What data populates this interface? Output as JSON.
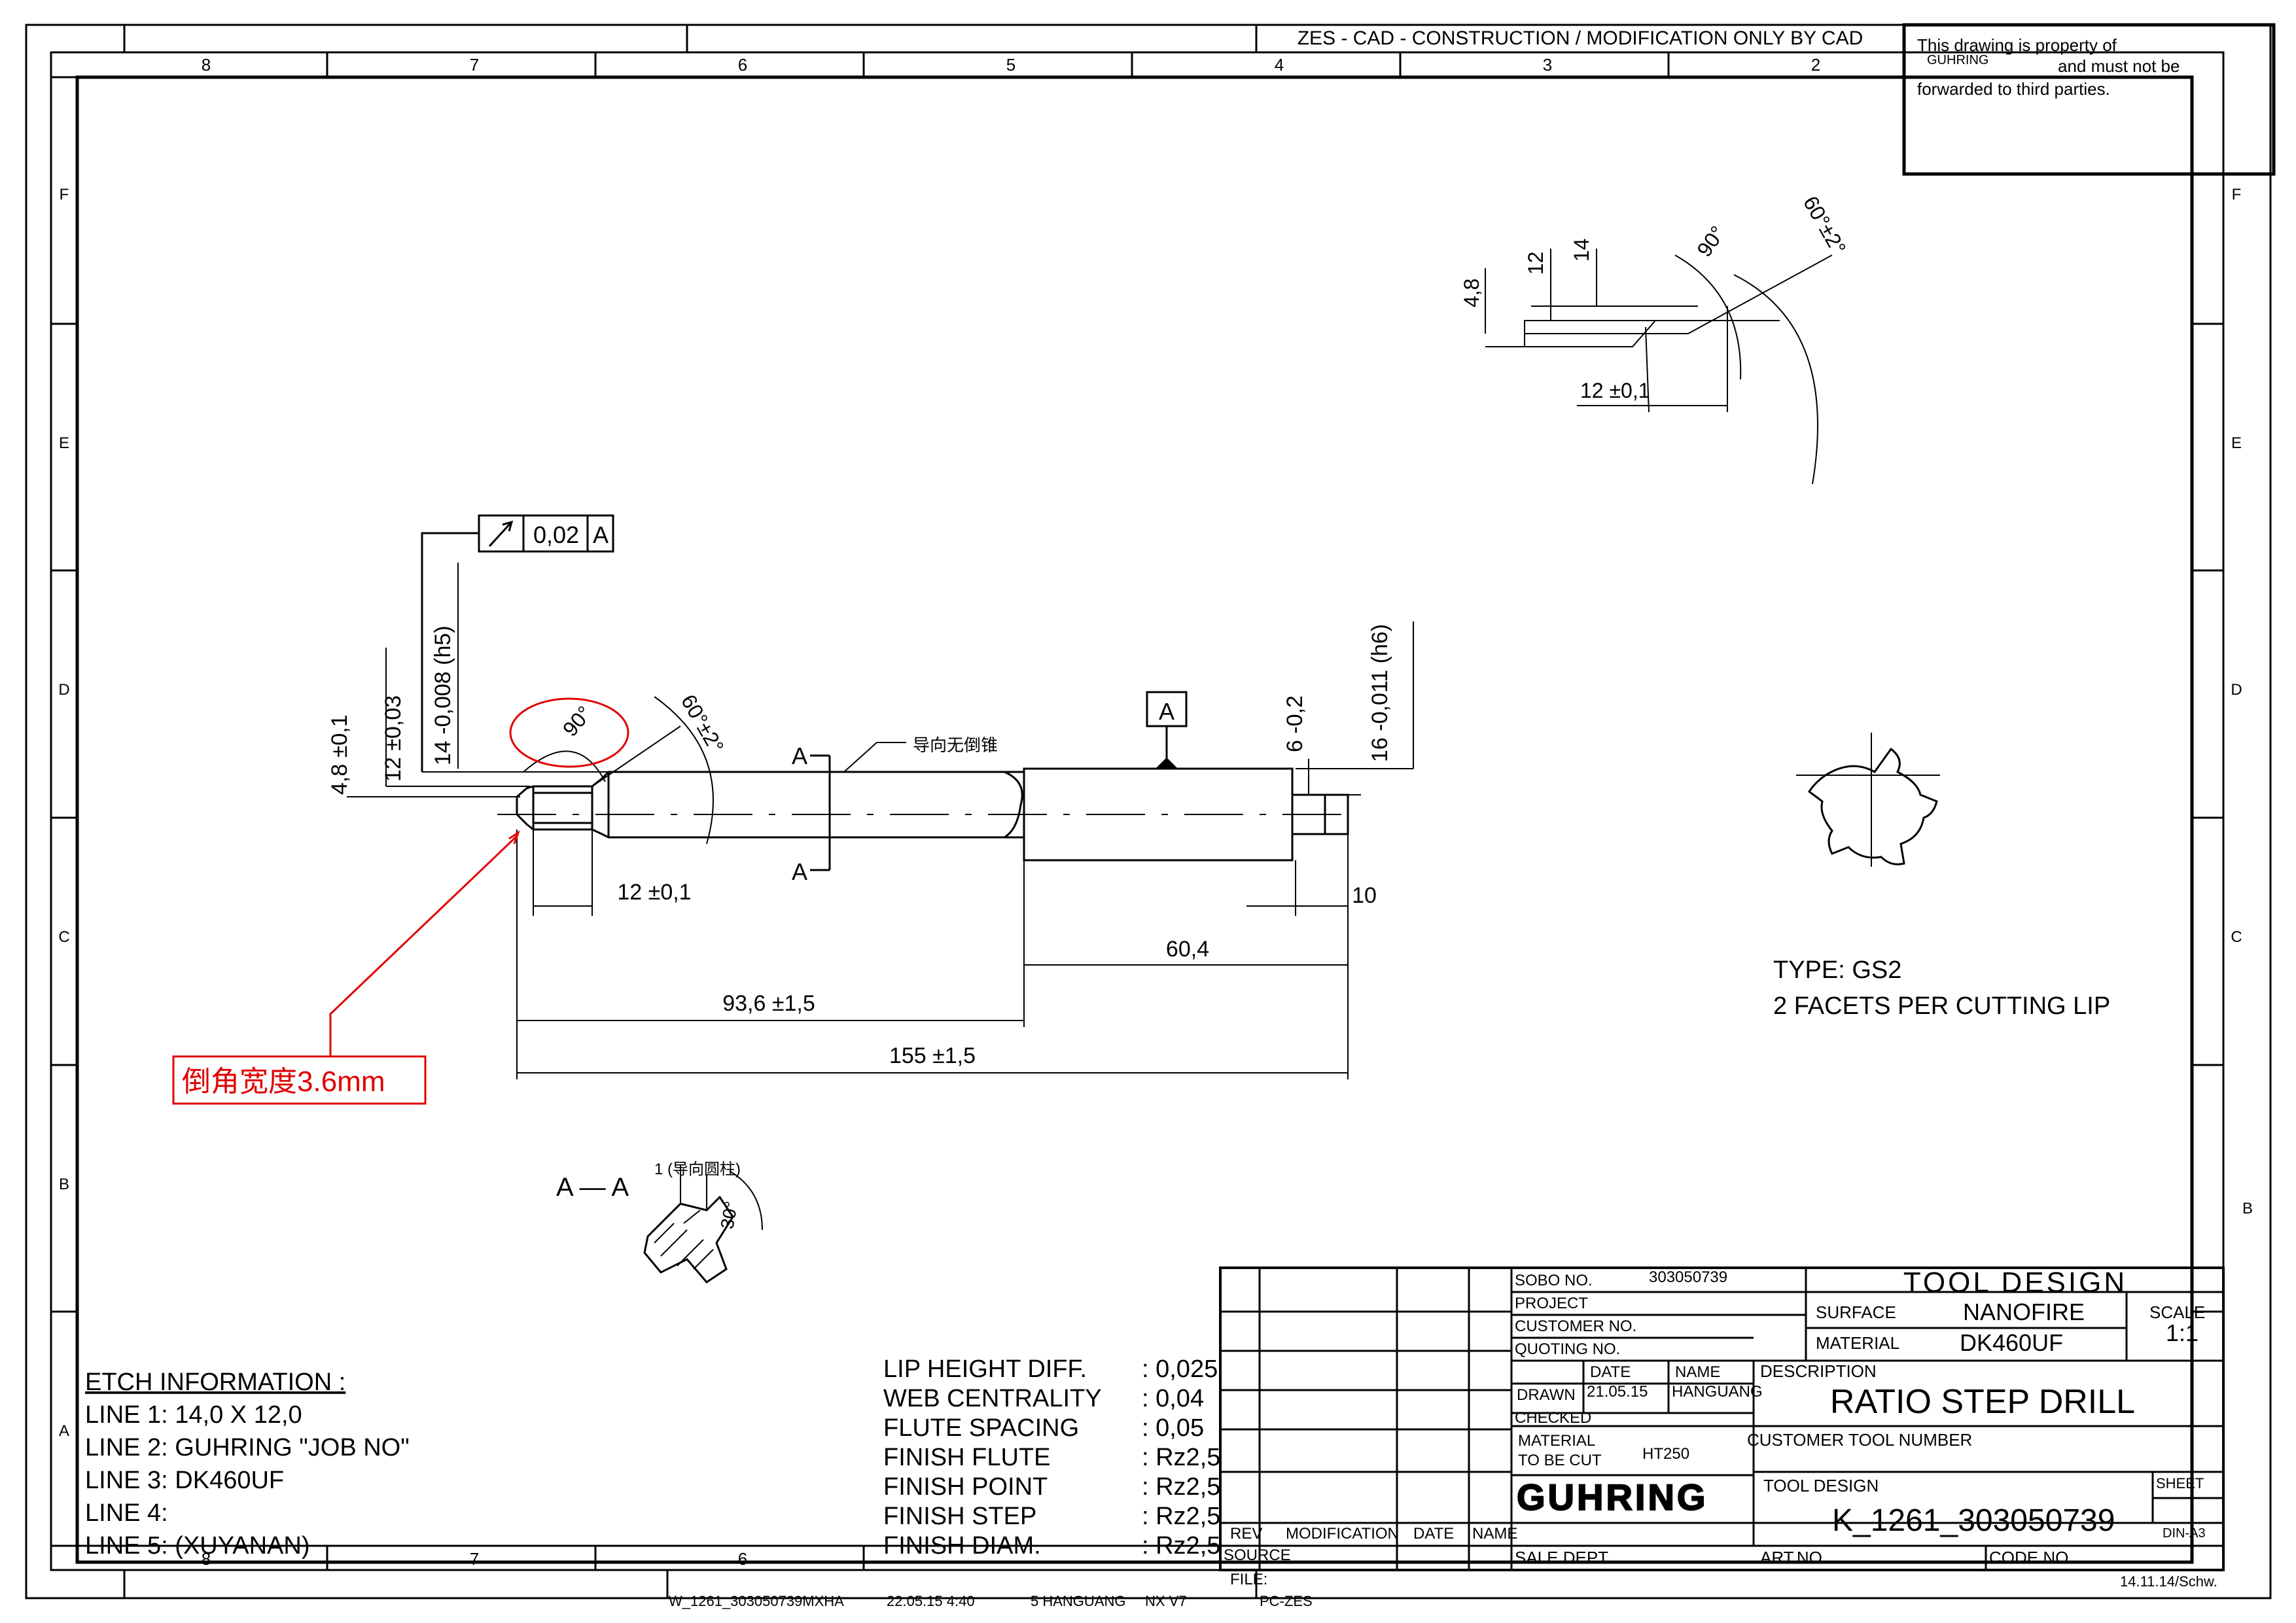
{
  "header": {
    "zes_banner": "ZES - CAD - CONSTRUCTION / MODIFICATION ONLY BY CAD",
    "property_line1": "This drawing is property of",
    "property_company": "GUHRING",
    "property_line2": "and must not be",
    "property_line3": "forwarded to third parties."
  },
  "frame": {
    "columns": [
      "8",
      "7",
      "6",
      "5",
      "4",
      "3",
      "2"
    ],
    "bottom_columns": [
      "8",
      "7",
      "6"
    ],
    "rows": [
      "F",
      "E",
      "D",
      "C",
      "B",
      "A"
    ]
  },
  "main_view": {
    "runout_value": "0,02",
    "runout_datum": "A",
    "datum_label": "A",
    "dia_4_8": "4,8 ±0,1",
    "dia_12": "12 ±0,03",
    "dia_14": "14 -0,008 (h5)",
    "angle_90": "90°",
    "angle_60": "60°±2°",
    "section_a_top": "A",
    "section_a_bottom": "A",
    "note_no_taper": "导向无倒锥",
    "len_12": "12 ±0,1",
    "len_60_4": "60,4",
    "len_93_6": "93,6 ±1,5",
    "len_155": "155 ±1,5",
    "dim_6": "6 -0,2",
    "dia_16": "16 -0,011 (h6)",
    "dim_10": "10",
    "chamfer_callout": "倒角宽度3.6mm"
  },
  "detail_view": {
    "dia_4_8": "4,8",
    "dia_12": "12",
    "dia_14": "14",
    "angle_90": "90°",
    "angle_60": "60°±2°",
    "len_12": "12 ±0,1"
  },
  "type_info": {
    "type_line": "TYPE:  GS2",
    "facets_line": "2 FACETS PER CUTTING LIP"
  },
  "section_view": {
    "title": "A — A",
    "land_label": "1 (导向圆柱)",
    "angle": "30°"
  },
  "etch_info": {
    "title": "ETCH INFORMATION :",
    "lines": [
      "LINE 1:  14,0 X 12,0",
      "LINE 2:  GUHRING \"JOB NO\"",
      "LINE 3:  DK460UF",
      "LINE 4:",
      "LINE 5:  (XUYANAN)"
    ]
  },
  "specs": [
    {
      "label": "LIP HEIGHT DIFF.",
      "value": ": 0,025"
    },
    {
      "label": "WEB CENTRALITY",
      "value": ": 0,04"
    },
    {
      "label": "FLUTE SPACING",
      "value": ": 0,05"
    },
    {
      "label": "FINISH FLUTE",
      "value": ": Rz2,5"
    },
    {
      "label": "FINISH POINT",
      "value": ": Rz2,5"
    },
    {
      "label": "FINISH STEP",
      "value": ": Rz2,5"
    },
    {
      "label": "FINISH DIAM.",
      "value": ": Rz2,5"
    }
  ],
  "title_block": {
    "sobo_label": "SOBO NO.",
    "sobo_value": "303050739",
    "project_label": "PROJECT",
    "customer_no_label": "CUSTOMER NO.",
    "quoting_label": "QUOTING NO.",
    "date_label": "DATE",
    "name_label": "NAME",
    "drawn_label": "DRAWN",
    "drawn_date": "21.05.15",
    "drawn_name": "HANGUANG",
    "checked_label": "CHECKED",
    "material_cut_label1": "MATERIAL",
    "material_cut_label2": "TO BE CUT",
    "material_cut_value": "HT250",
    "logo": "GUHRING",
    "sale_dept_label": "SALE DEPT.",
    "tool_design_title": "TOOL  DESIGN",
    "surface_label": "SURFACE",
    "surface_value": "NANOFIRE",
    "material_label": "MATERIAL",
    "material_value": "DK460UF",
    "scale_label": "SCALE",
    "scale_value": "1:1",
    "description_label": "DESCRIPTION",
    "description_value": "RATIO  STEP  DRILL",
    "customer_tool_label": "CUSTOMER  TOOL  NUMBER",
    "tool_design_label": "TOOL  DESIGN",
    "tool_design_value": "K_1261_303050739",
    "sheet_label": "SHEET",
    "din_label": "DIN-A3",
    "art_no_label": "ART.NO.",
    "code_no_label": "CODE NO.",
    "rev_label": "REV",
    "modification_label": "MODIFICATION",
    "mod_date_label": "DATE",
    "mod_name_label": "NAME",
    "source_label": "SOURCE",
    "file_label": "FILE:",
    "pc_zes": "PC-ZES",
    "version_date": "14.11.14/Schw."
  },
  "footer": {
    "file_name": "W_1261_303050739MXHA",
    "file_date": "22.05.15   4:40",
    "file_user": "5  HANGUANG",
    "file_nx": "NX  V7"
  },
  "colors": {
    "line": "#000000",
    "annotation": "#e00000"
  }
}
